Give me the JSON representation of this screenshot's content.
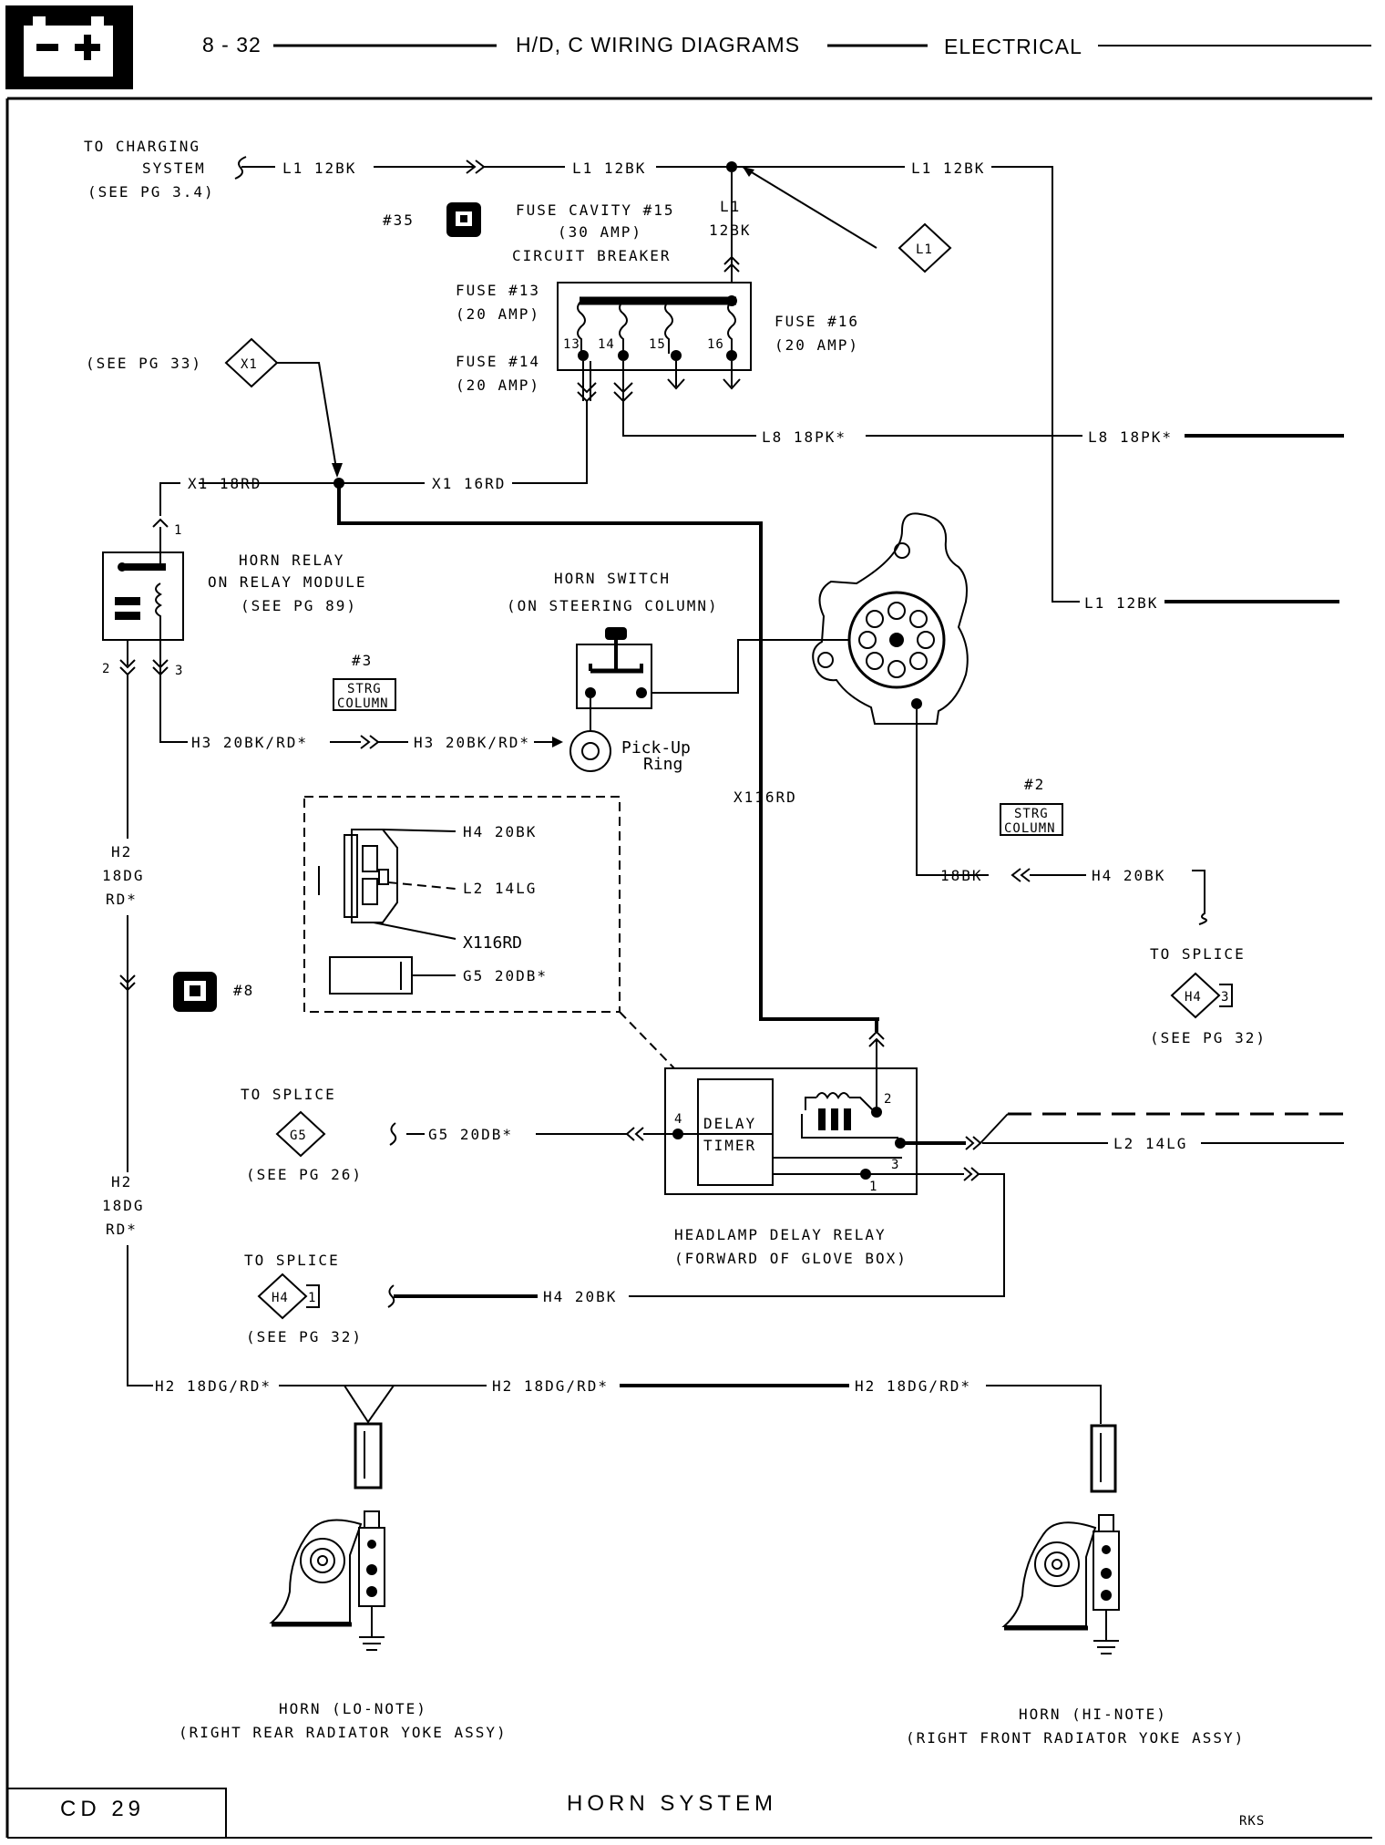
{
  "header": {
    "page_number": "8 - 32",
    "title": "H/D, C  WIRING  DIAGRAMS",
    "section": "ELECTRICAL",
    "battery_icon": "battery-icon"
  },
  "footer": {
    "code": "CD  29",
    "title": "HORN  SYSTEM",
    "initials": "RKS"
  },
  "diagram": {
    "charging": {
      "line1": "TO CHARGING",
      "line2": "SYSTEM",
      "line3": "(SEE PG 3.4)"
    },
    "wires": {
      "l1_a": "L1 12BK",
      "l1_b": "L1 12BK",
      "l1_c": "L1 12BK",
      "l1_v1": "L1",
      "l1_v2": "12BK",
      "l1_right": "L1 12BK",
      "l8_a": "L8 18PK*",
      "l8_b": "L8 18PK*",
      "x1_a": "X1 18RD",
      "x1_b": "X1 16RD",
      "h3_a": "H3 20BK/RD*",
      "h3_b": "H3 20BK/RD*",
      "x116_a": "X116RD",
      "x116_b": "X116RD",
      "h4_conn": "H4 20BK",
      "l2_conn": "L2 14LG",
      "g5_conn": "G5 20DB*",
      "bk18": "18BK",
      "h4_a": "H4 20BK",
      "g5_a": "G5 20DB*",
      "l2_a": "L2 14LG",
      "h4_b": "H4 20BK",
      "h2_v1": "H2",
      "h2_v2": "18DG",
      "h2_v3": "RD*",
      "h2_v4": "H2",
      "h2_v5": "18DG",
      "h2_v6": "RD*",
      "h2_a": "H2 18DG/RD*",
      "h2_b": "H2 18DG/RD*",
      "h2_c": "H2 18DG/RD*"
    },
    "fuse_block": {
      "conn_no": "#35",
      "cavity_1": "FUSE CAVITY #15",
      "cavity_2": "(30 AMP)",
      "cavity_3": "CIRCUIT BREAKER",
      "f13_1": "FUSE #13",
      "f13_2": "(20 AMP)",
      "f14_1": "FUSE #14",
      "f14_2": "(20 AMP)",
      "f16_1": "FUSE #16",
      "f16_2": "(20 AMP)",
      "n13": "13",
      "n14": "14",
      "n15": "15",
      "n16": "16"
    },
    "splice_l1": "L1",
    "see_pg33": "(SEE PG 33)",
    "splice_x1": "X1",
    "horn_relay": {
      "l1": "HORN RELAY",
      "l2": "ON RELAY MODULE",
      "l3": "(SEE PG 89)",
      "p1": "1",
      "p2": "2",
      "p3": "3"
    },
    "horn_switch": {
      "l1": "HORN SWITCH",
      "l2": "(ON STEERING COLUMN)"
    },
    "strg3": {
      "no": "#3",
      "l1": "STRG",
      "l2": "COLUMN"
    },
    "strg2": {
      "no": "#2",
      "l1": "STRG",
      "l2": "COLUMN"
    },
    "pickup": {
      "l1": "Pick-Up",
      "l2": "Ring"
    },
    "conn8": "#8",
    "splice_h4_right": {
      "to": "TO SPLICE",
      "id": "H4",
      "pin": "3",
      "see": "(SEE PG 32)"
    },
    "splice_g5": {
      "to": "TO SPLICE",
      "id": "G5",
      "see": "(SEE PG 26)"
    },
    "splice_h4_left": {
      "to": "TO SPLICE",
      "id": "H4",
      "pin": "1",
      "see": "(SEE PG 32)"
    },
    "delay_relay": {
      "t1": "DELAY",
      "t2": "TIMER",
      "p1": "1",
      "p2": "2",
      "p3": "3",
      "p4": "4",
      "l1": "HEADLAMP DELAY RELAY",
      "l2": "(FORWARD OF GLOVE BOX)"
    },
    "horn_lo": {
      "l1": "HORN (LO-NOTE)",
      "l2": "(RIGHT REAR RADIATOR YOKE ASSY)"
    },
    "horn_hi": {
      "l1": "HORN (HI-NOTE)",
      "l2": "(RIGHT FRONT RADIATOR YOKE ASSY)"
    }
  }
}
